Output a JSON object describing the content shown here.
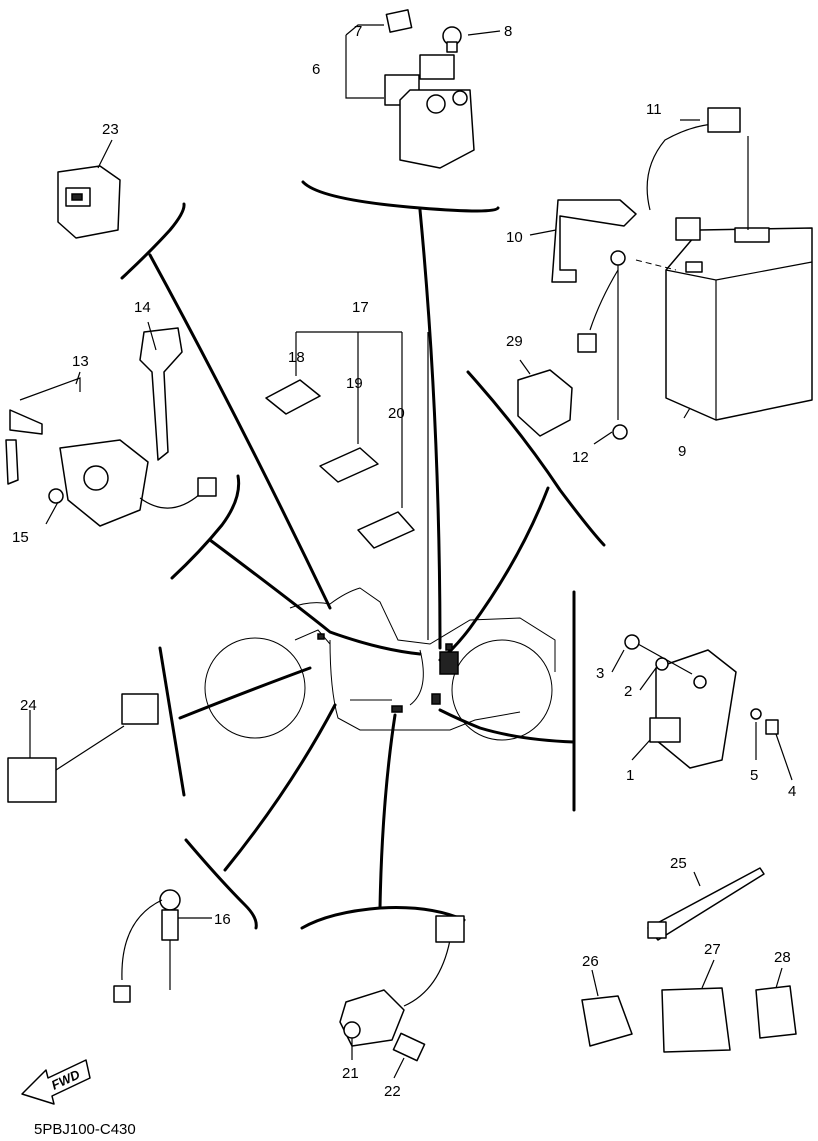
{
  "diagram": {
    "drawing_code": "5PBJ100-C430",
    "direction_label": "FWD",
    "callouts": [
      "1",
      "2",
      "3",
      "4",
      "5",
      "6",
      "7",
      "8",
      "9",
      "10",
      "11",
      "12",
      "13",
      "14",
      "15",
      "16",
      "17",
      "18",
      "19",
      "20",
      "21",
      "22",
      "23",
      "24",
      "25",
      "26",
      "27",
      "28",
      "29"
    ]
  }
}
